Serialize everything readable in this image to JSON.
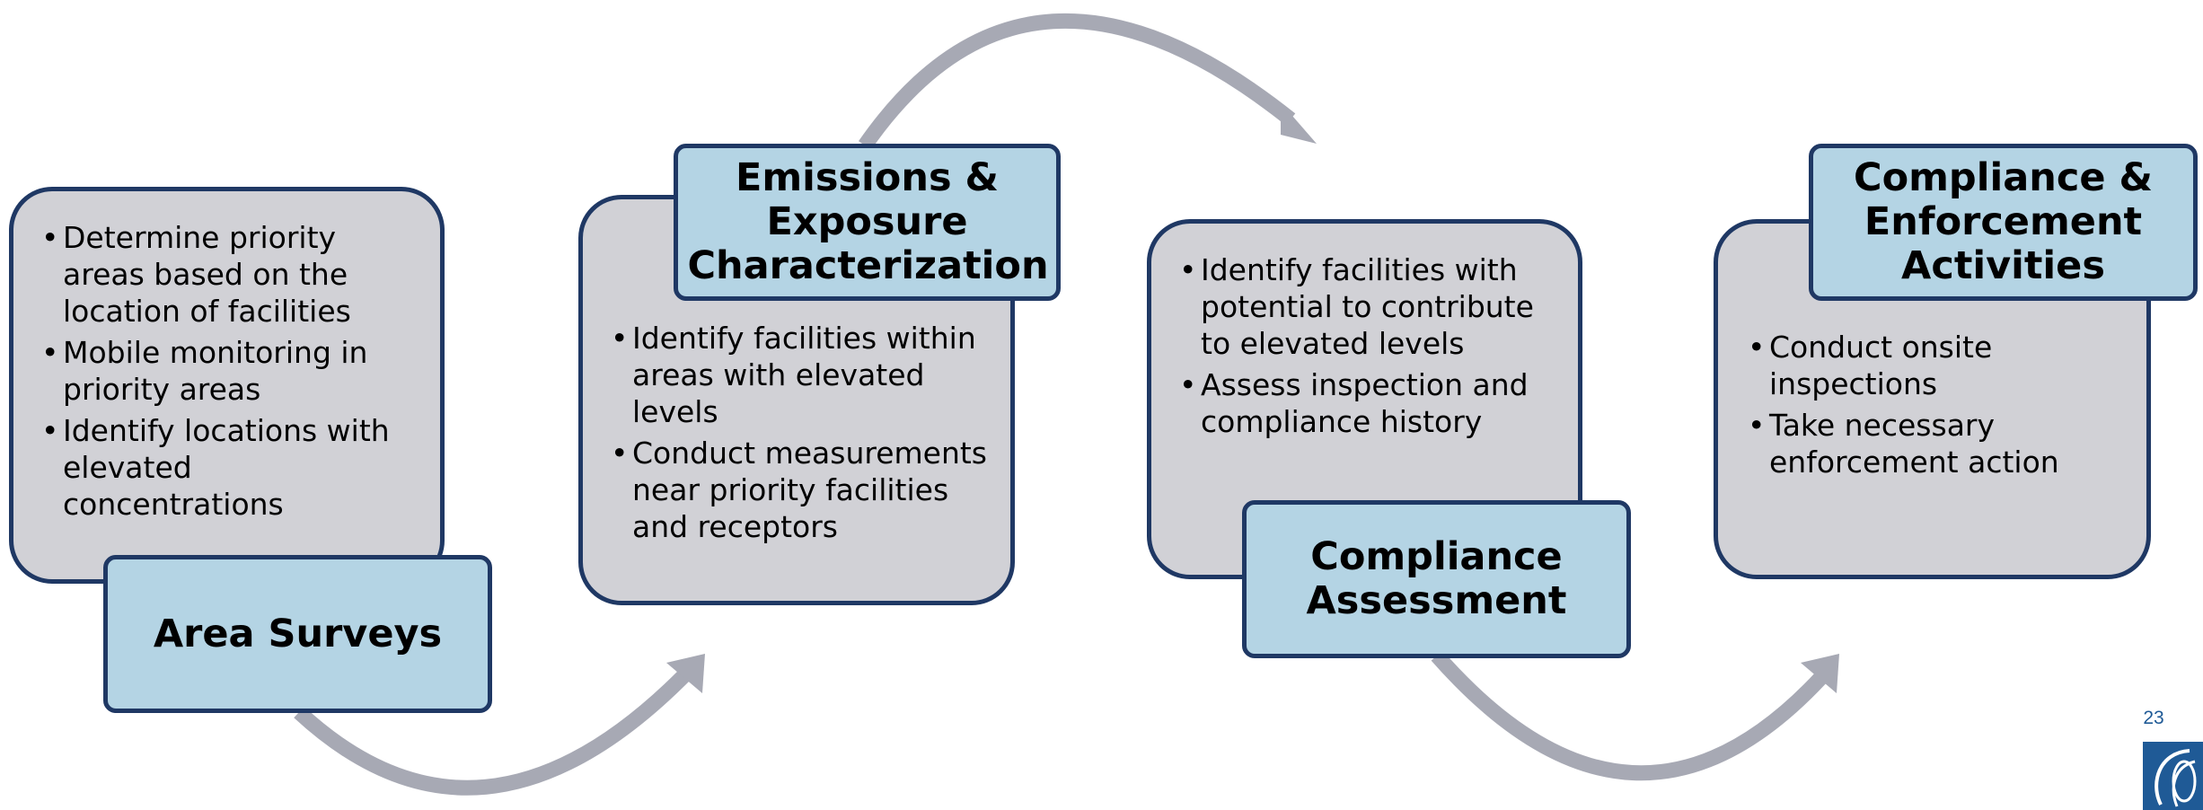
{
  "steps": [
    {
      "title": "Area Surveys",
      "bullets": [
        "Determine priority areas based on the location of facilities",
        "Mobile monitoring in priority areas",
        "Identify locations with elevated concentrations"
      ]
    },
    {
      "title": "Emissions & Exposure Characterization",
      "bullets": [
        "Identify facilities within areas with elevated levels",
        "Conduct measurements near priority facilities and receptors"
      ]
    },
    {
      "title": "Compliance Assessment",
      "bullets": [
        "Identify facilities with potential to contribute to elevated levels",
        "Assess inspection and compliance history"
      ]
    },
    {
      "title": "Compliance & Enforcement Activities",
      "bullets": [
        "Conduct onsite inspections",
        "Take necessary enforcement action"
      ]
    }
  ],
  "page_number": "23",
  "colors": {
    "box_fill": "#d1d1d6",
    "title_fill": "#b4d4e4",
    "border": "#1f3864",
    "arrow": "#a7a9b4",
    "page_number": "#1f5a96",
    "logo": "#1f5a96"
  },
  "icons": {
    "logo": "agency-logo-icon"
  }
}
